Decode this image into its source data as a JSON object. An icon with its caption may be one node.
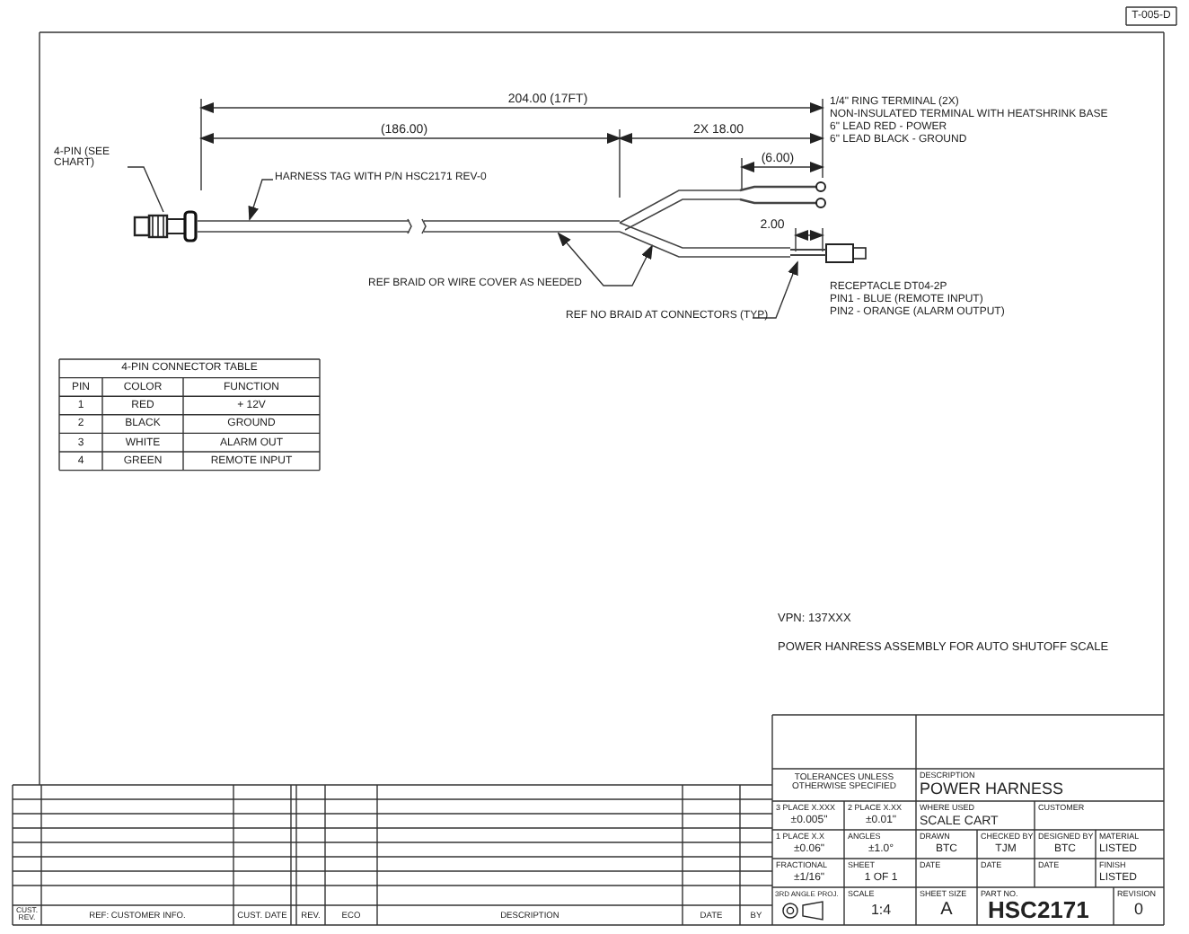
{
  "diagram": {
    "nodes": [
      {
        "text": [
          "4-PIN (SEE CHART)"
        ]
      },
      {
        "text": [],
        "shape": "picture"
      },
      {
        "text": [
          "HARNESS TAG WITH P/N HSC2171 REV-0"
        ]
      },
      {
        "text": [],
        "shape": "bar"
      },
      {
        "text": [
          "REF BRAID OR WIRE COVER AS NEEDED"
        ]
      },
      {
        "text": [],
        "shape": "bar"
      },
      {
        "text": [
          "REF NO BRAID AT CONNECTORS (TYP)"
        ]
      }
    ],
    "edges": [
      {
        "from": 0,
        "to": 1,
        "arrow": "none"
      },
      {
        "from": 2,
        "to": 3,
        "arrow": "to"
      },
      {
        "from": 4,
        "to": 3,
        "arrow": "to"
      },
      {
        "from": 4,
        "to": 5,
        "arrow": "to"
      },
      {
        "from": 6,
        "to": 5,
        "arrow": "to"
      }
    ],
    "labels": [
      "T-005-D",
      "204.00 (17FT)",
      "(186.00)",
      "2X 18.00",
      "1/4\" RING TERMINAL (2X)",
      "NON-INSULATED TERMINAL WITH HEATSHRINK BASE",
      "6\" LEAD RED - POWER",
      "6\" LEAD BLACK - GROUND",
      "(6.00)",
      "2.00",
      "RECEPTACLE DT04-2P",
      "PIN1 - BLUE (REMOTE INPUT)",
      "PIN2 - ORANGE (ALARM OUTPUT)",
      "4-PIN CONNECTOR TABLE",
      "PIN",
      "COLOR",
      "FUNCTION",
      "1",
      "RED",
      "+ 12V",
      "2",
      "BLACK",
      "GROUND",
      "3",
      "WHITE",
      "ALARM OUT",
      "4",
      "GREEN",
      "REMOTE INPUT",
      "VPN: 137XXX",
      "POWER HANRESS ASSEMBLY FOR AUTO SHUTOFF SCALE",
      "TOLERANCES UNLESS OTHERWISE SPECIFIED",
      "DESCRIPTION",
      "POWER HARNESS",
      "3 PLACE X.XXX",
      "±0.005\"",
      "2 PLACE X.XX",
      "±0.01\"",
      "WHERE USED",
      "SCALE CART",
      "CUSTOMER",
      "1 PLACE X.X",
      "±0.06\"",
      "ANGLES",
      "±1.0°",
      "DRAWN",
      "BTC",
      "CHECKED BY",
      "TJM",
      "DESIGNED BY",
      "BTC",
      "MATERIAL",
      "LISTED",
      "FRACTIONAL",
      "±1/16\"",
      "SHEET",
      "1 OF 1",
      "DATE",
      "DATE",
      "DATE",
      "FINISH",
      "LISTED",
      "CUST. REV.",
      "REF: CUSTOMER INFO.",
      "CUST. DATE",
      "REV.",
      "ECO",
      "DESCRIPTION",
      "DATE",
      "BY",
      "3RD ANGLE PROJ.",
      "SCALE",
      "1:4",
      "SHEET SIZE",
      "A",
      "PART NO.",
      "HSC2171",
      "REVISION",
      "0"
    ]
  }
}
